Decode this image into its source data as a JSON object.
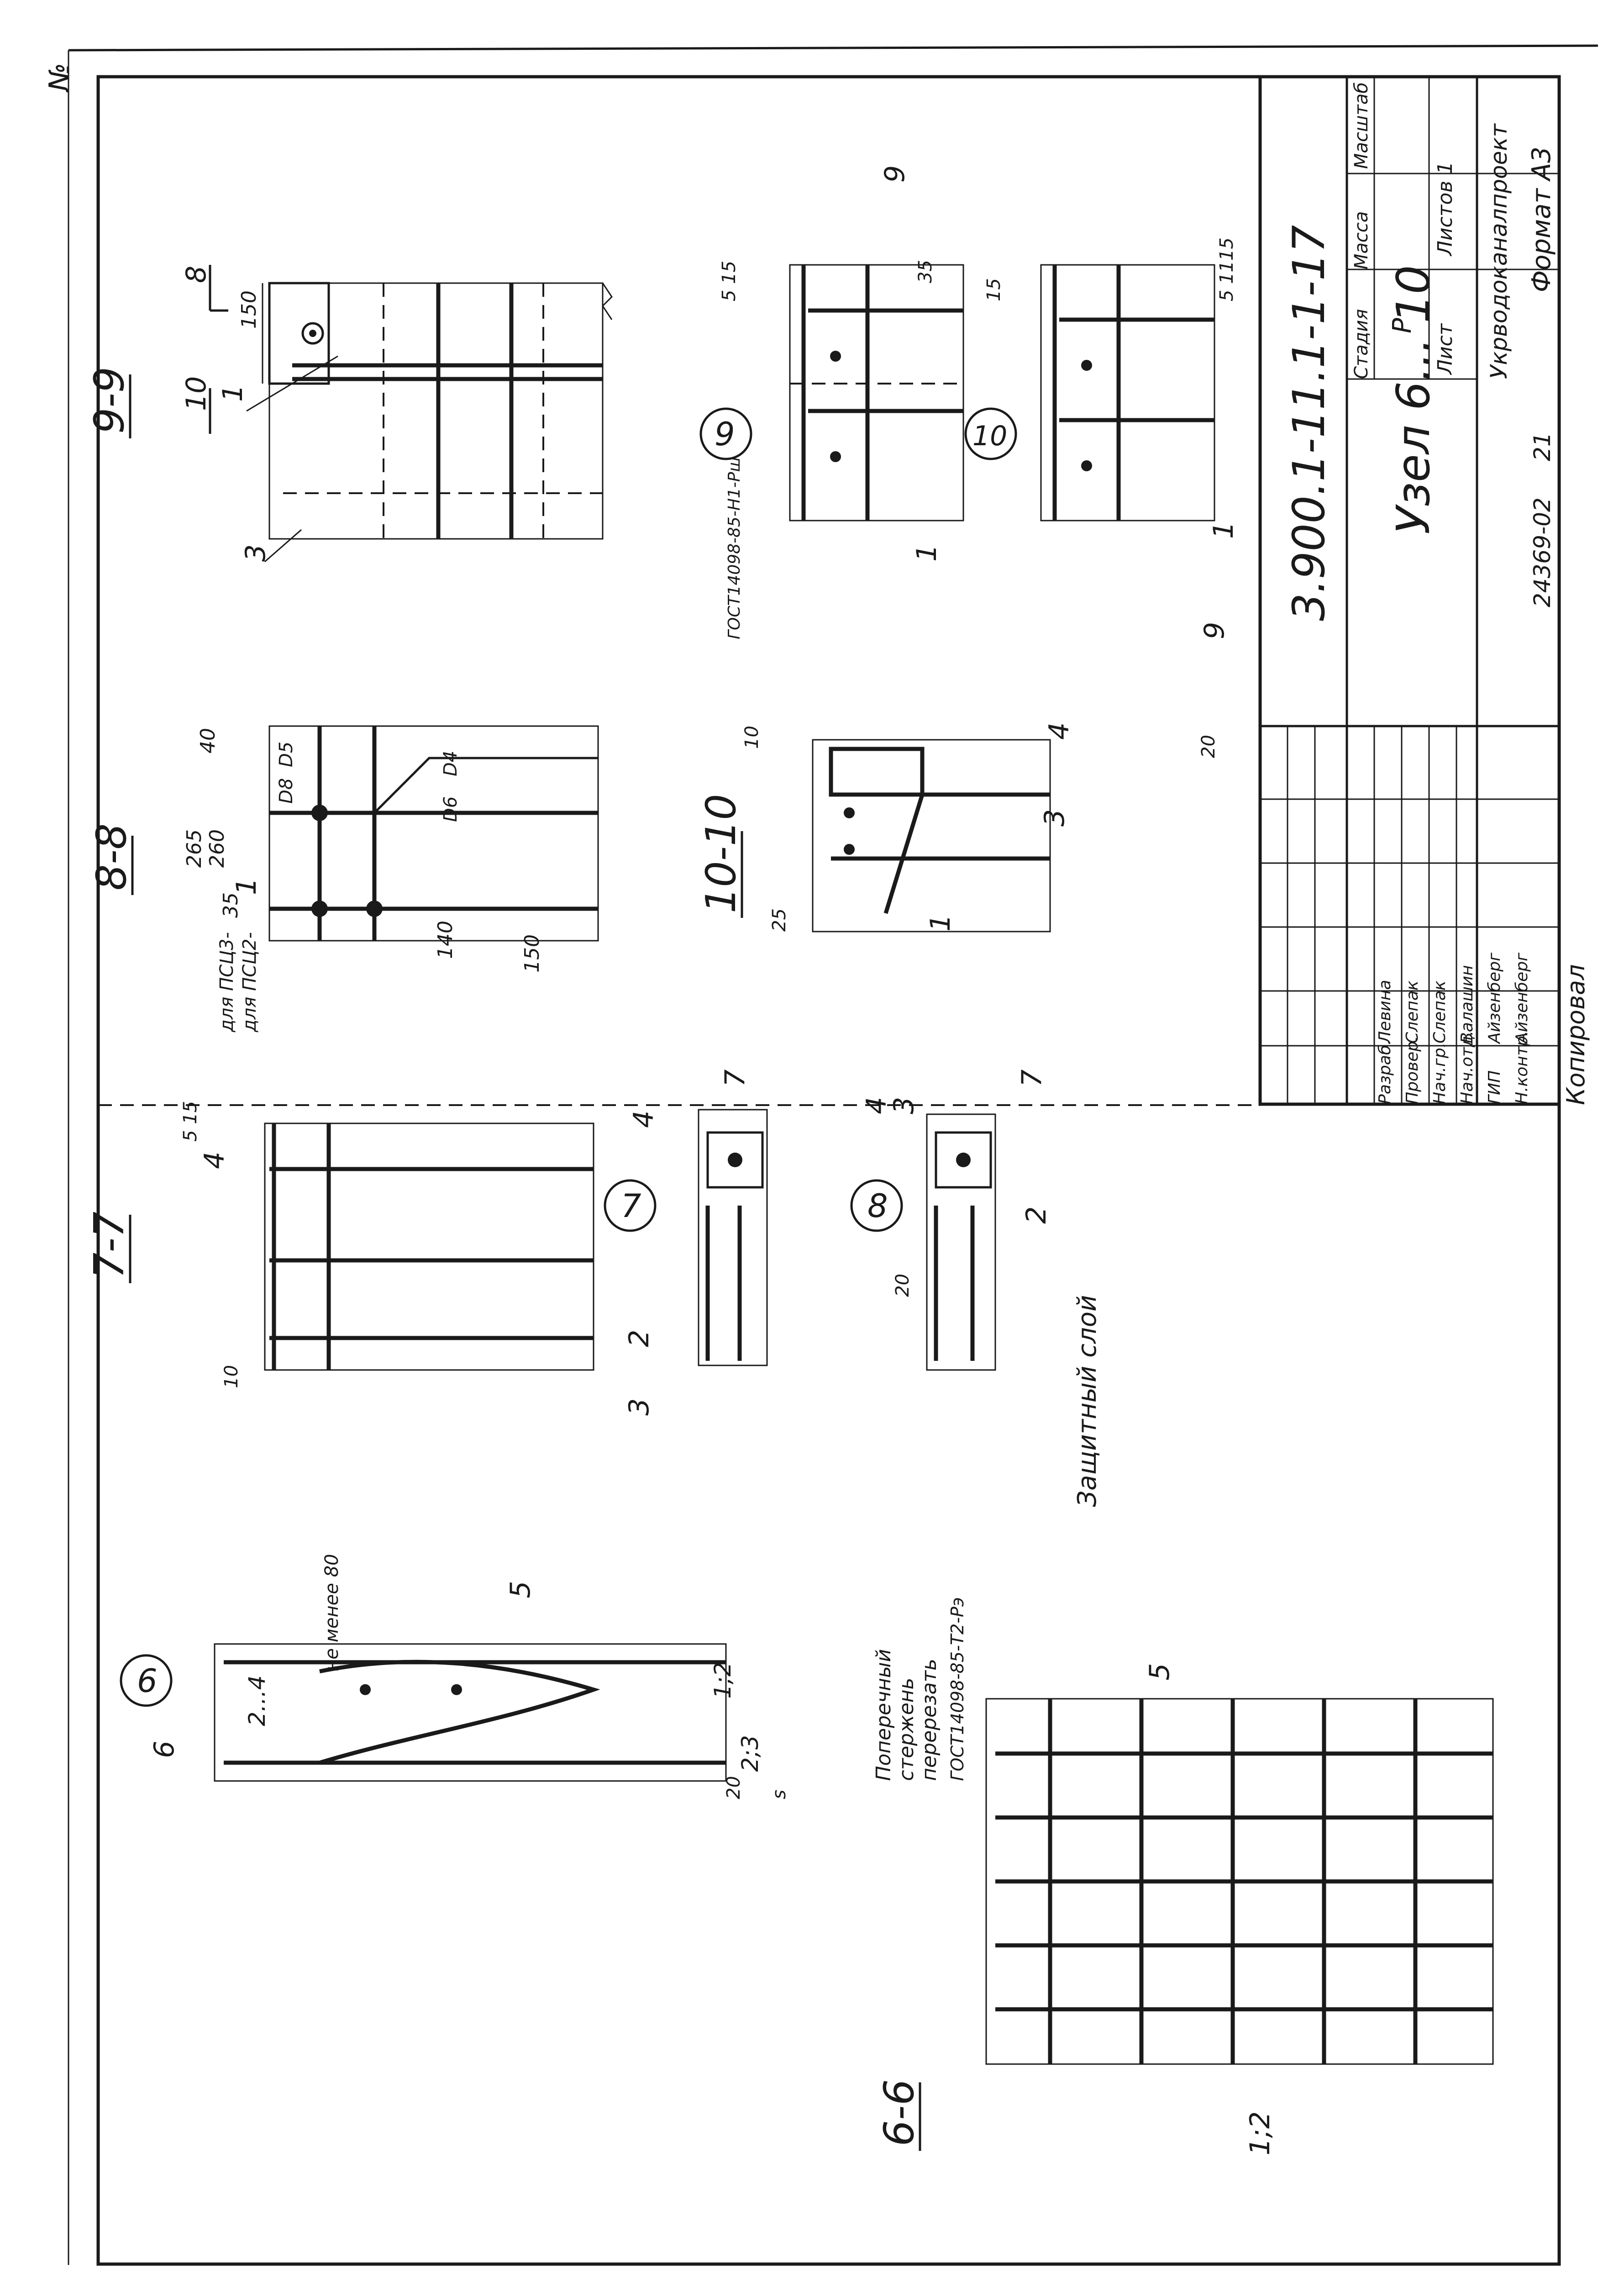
{
  "title_block": {
    "designation": "3.900.1-11.1-1-17",
    "title": "Узел 6... 10",
    "stage_label": "Стадия",
    "mass_label": "Масса",
    "scale_label": "Масштаб",
    "stage_value": "Р",
    "sheet_label": "Лист",
    "sheets_label": "Листов 1",
    "organization": "Укрводоканалпроект",
    "signatures": [
      {
        "role": "Разраб.",
        "name": "Левина"
      },
      {
        "role": "Провер.",
        "name": "Слепак"
      },
      {
        "role": "Нач.гр.",
        "name": "Слепак"
      },
      {
        "role": "Нач.отд.",
        "name": "Валашин"
      },
      {
        "role": "ГИП",
        "name": "Айзенберг"
      },
      {
        "role": "Н.контр.",
        "name": "Айзенберг"
      }
    ],
    "copied": "Копировал",
    "archive_no": "24369-02",
    "sheet_no": "21",
    "format": "Формат А3"
  },
  "views": {
    "v99": {
      "title": "9-9",
      "cut8": "8",
      "cut10": "10",
      "dim150": "150",
      "ref1": "1",
      "ref3": "3"
    },
    "v88": {
      "title": "8-8",
      "d265": "265",
      "d260": "260",
      "d40": "40",
      "d140": "140",
      "d150": "150",
      "d35": "35",
      "note1": "для ПСЦ3-",
      "note2": "для ПСЦ2-",
      "ref1": "1",
      "d05": "D5",
      "d08": "D8",
      "d04": "D4",
      "d06": "D6"
    },
    "v77": {
      "title": "7-7",
      "d515": "5 15",
      "d10": "10",
      "ref4": "4"
    },
    "n9": {
      "num": "9",
      "cut": "9",
      "d515": "5 15",
      "d35": "35",
      "ref1": "1",
      "gost": "ГОСТ14098-85-Н1-Рш"
    },
    "n10": {
      "num": "10",
      "cut": "9",
      "d15": "15",
      "d5115": "5 1115",
      "ref1": "1"
    },
    "v1010": {
      "title": "10-10",
      "d10": "10",
      "d20": "20",
      "d25": "25",
      "ref1": "1",
      "ref3": "3",
      "ref4": "4"
    },
    "n7": {
      "num": "7",
      "cut": "7",
      "ref2": "2",
      "ref3": "3",
      "ref4": "4"
    },
    "n8": {
      "num": "8",
      "cut": "7",
      "ref2": "2",
      "ref3": "3",
      "ref4": "4",
      "d20": "20",
      "cover": "Защитный слой"
    },
    "n6": {
      "num": "6",
      "cut": "6",
      "ref24": "2...4",
      "min80": "не менее 80",
      "ref5": "5",
      "ref12": "1;2",
      "ref23": "2;3",
      "d20": "20",
      "ds": "s",
      "note1": "Поперечный",
      "note2": "стержень",
      "note3": "перерезать",
      "gost": "ГОСТ14098-85-Т2-Рэ"
    },
    "v66": {
      "title": "6-6",
      "ref5": "5",
      "ref12": "1;2"
    }
  },
  "corner_mark": "№"
}
